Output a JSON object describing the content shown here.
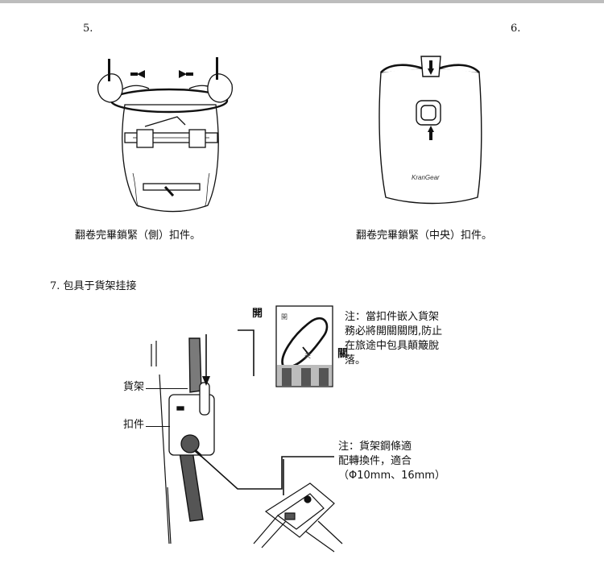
{
  "steps": {
    "step5_number": "5.",
    "step6_number": "6.",
    "caption_side": "翻卷完畢鎖緊（側）扣件。",
    "caption_center": "翻卷完畢鎖緊（中央）扣件。",
    "step7_number": "7.",
    "step7_title": "包具于貨架挂接"
  },
  "figure6": {
    "logo_text": "KranGear"
  },
  "figure7": {
    "label_open": "開",
    "label_close": "關",
    "label_rack": "貨架",
    "label_buckle": "扣件",
    "dial_small_open": "開",
    "dial_small_close": "关",
    "note_lock": [
      "注：當扣件嵌入貨架",
      "務必將開關關閉,防止",
      "在旅途中包具顛簸脫",
      "落。"
    ],
    "note_adapter": [
      "注：貨架鋼條適",
      "配轉換件，適合",
      "（Φ10mm、16mm）"
    ]
  }
}
